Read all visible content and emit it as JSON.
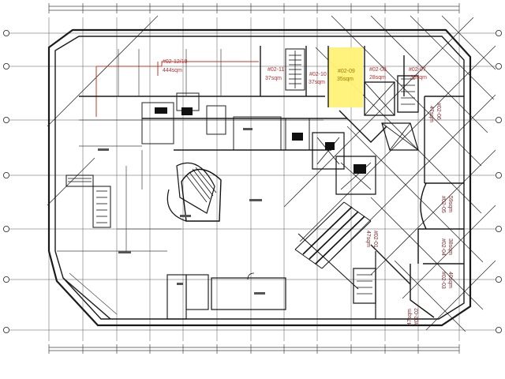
{
  "units": {
    "u_02_12_19": {
      "name": "#02-12/19",
      "area": "444sqm"
    },
    "u_02_11": {
      "name": "#02-11",
      "area": "37sqm"
    },
    "u_02_10": {
      "name": "#02-10",
      "area": "37sqm"
    },
    "u_02_09": {
      "name": "#02-09",
      "area": "35sqm"
    },
    "u_02_08": {
      "name": "#02-08",
      "area": "28sqm"
    },
    "u_02_07": {
      "name": "#02-07",
      "area": "38sqm"
    },
    "u_02_06": {
      "name": "#02-06",
      "area": "47sqm"
    },
    "u_02_05": {
      "name": "#02-05",
      "area": "59sqm"
    },
    "u_02_04": {
      "name": "#02-04",
      "area": "38sqm"
    },
    "u_02_03": {
      "name": "#02-03",
      "area": "40sqm"
    },
    "u_02_02": {
      "name": "#02-02",
      "area": "47sqm"
    },
    "u_02_01": {
      "name": "#02-01",
      "area": "47sqm"
    }
  },
  "highlight_color": "#fff176",
  "unit_label_color": "#b03030"
}
